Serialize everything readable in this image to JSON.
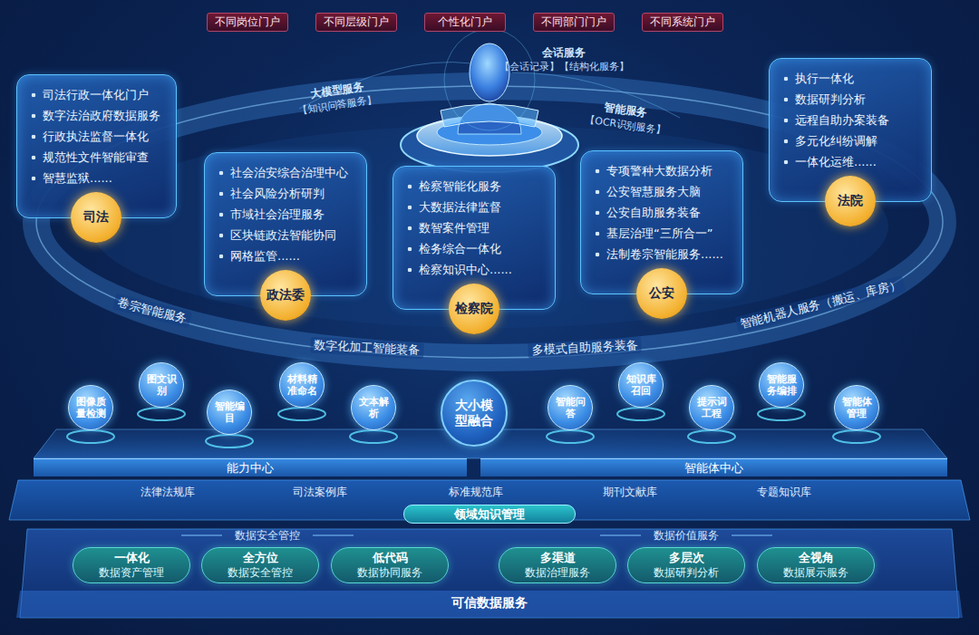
{
  "diagram": {
    "nodes": [
      {
        "text": [
          "不同岗位门户"
        ]
      },
      {
        "text": [
          "不同层级门户"
        ]
      },
      {
        "text": [
          "个性化门户"
        ]
      },
      {
        "text": [
          "不同部门门户"
        ]
      },
      {
        "text": [
          "不同系统门户"
        ]
      },
      {
        "text": [
          "司法行政一体化门户",
          "数字法治政府数据服务",
          "行政执法监督一体化",
          "规范性文件智能审查",
          "智慧监狱......"
        ]
      },
      {
        "text": [
          "司法"
        ],
        "in": 5
      },
      {
        "text": [
          "社会治安综合治理中心",
          "社会风险分析研判",
          "市域社会治理服务",
          "区块链政法智能协同",
          "网格监管......"
        ]
      },
      {
        "text": [
          "政法委"
        ],
        "in": 7
      },
      {
        "text": [
          "检察智能化服务",
          "大数据法律监督",
          "数智案件管理",
          "检务综合一体化",
          "检察知识中心......"
        ]
      },
      {
        "text": [
          "检察院"
        ],
        "in": 9
      },
      {
        "text": [
          "专项警种大数据分析",
          "公安智慧服务大脑",
          "公安自助服务装备",
          "基层治理“三所合一”",
          "法制卷宗智能服务......"
        ]
      },
      {
        "text": [
          "公安"
        ],
        "in": 11
      },
      {
        "text": [
          "执行一体化",
          "数据研判分析",
          "远程自助办案装备",
          "多元化纠纷调解",
          "一体化运维......"
        ]
      },
      {
        "text": [
          "法院"
        ],
        "in": 13
      },
      {
        "text": [
          "图像质量检测"
        ]
      },
      {
        "text": [
          "图文识别"
        ]
      },
      {
        "text": [
          "智能编目"
        ]
      },
      {
        "text": [
          "材料精准命名"
        ]
      },
      {
        "text": [
          "文本解析"
        ]
      },
      {
        "text": [
          "大小模型融合"
        ]
      },
      {
        "text": [
          "智能问答"
        ]
      },
      {
        "text": [
          "知识库召回"
        ]
      },
      {
        "text": [
          "提示词工程"
        ]
      },
      {
        "text": [
          "智能服务编排"
        ]
      },
      {
        "text": [
          "智能体管理"
        ]
      },
      {
        "text": [
          "能力中心"
        ]
      },
      {
        "text": [
          "智能体中心"
        ]
      },
      {
        "text": [
          "领域知识管理"
        ]
      },
      {
        "text": [
          "一体化",
          "数据资产管理"
        ]
      },
      {
        "text": [
          "全方位",
          "数据安全管控"
        ]
      },
      {
        "text": [
          "低代码",
          "数据协同服务"
        ]
      },
      {
        "text": [
          "多渠道",
          "数据治理服务"
        ]
      },
      {
        "text": [
          "多层次",
          "数据研判分析"
        ]
      },
      {
        "text": [
          "全视角",
          "数据展示服务"
        ]
      }
    ],
    "labels": [
      "大模型服务",
      "【知识问答服务】",
      "会话服务",
      "【会话记录】【结构化服务】",
      "智能服务",
      "【OCR识别服务】",
      "卷宗智能服务",
      "数字化加工智能装备",
      "多模式自助服务装备",
      "智能机器人服务（搬运、库房）",
      "法律法规库",
      "司法案例库",
      "标准规范库",
      "期刊文献库",
      "专题知识库",
      "数据安全管控",
      "数据价值服务",
      "可信数据服务"
    ]
  }
}
